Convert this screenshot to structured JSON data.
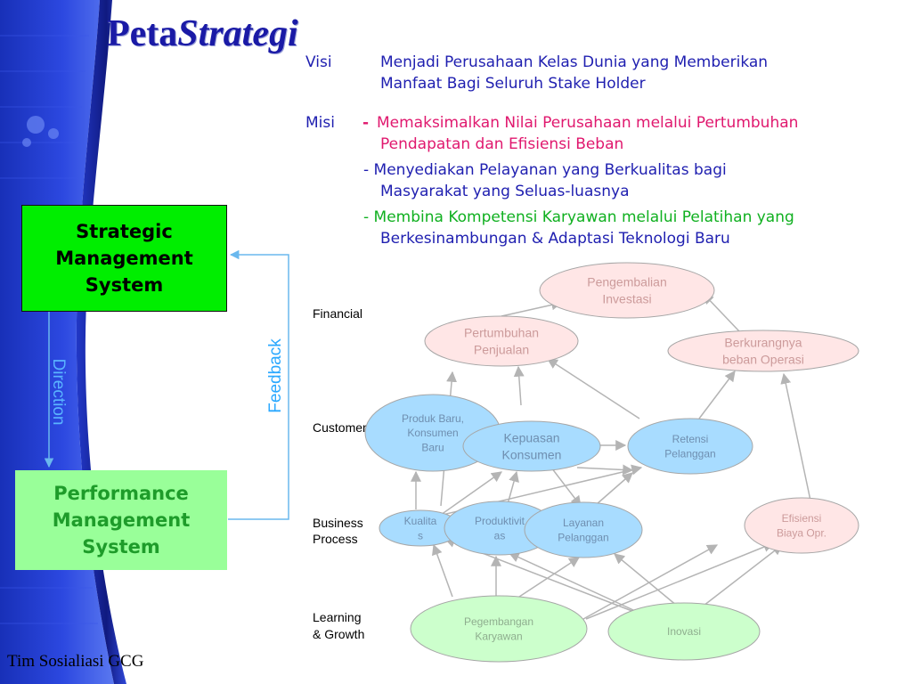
{
  "title": {
    "part1": "Peta",
    "part2": "Strategi"
  },
  "visi": {
    "label": "Visi",
    "line1": "Menjadi Perusahaan Kelas Dunia yang Memberikan",
    "line2": "Manfaat Bagi Seluruh Stake Holder"
  },
  "misi": {
    "label": "Misi",
    "item1_dash": "-",
    "item1_line1": "Memaksimalkan Nilai Perusahaan melalui Pertumbuhan",
    "item1_line2": "Pendapatan dan Efisiensi Beban",
    "item2_line1": "- Menyediakan Pelayanan yang Berkualitas bagi",
    "item2_line2": "Masyarakat yang Seluas-luasnya",
    "item3_line1": "- Membina Kompetensi Karyawan melalui Pelatihan yang",
    "item3_line2": "Berkesinambungan & Adaptasi Teknologi Baru"
  },
  "boxes": {
    "strategic": {
      "line1": "Strategic",
      "line2": "Management",
      "line3": "System"
    },
    "performance": {
      "line1": "Performance",
      "line2": "Management",
      "line3": "System"
    },
    "direction_label": "Direction",
    "feedback_label": "Feedback"
  },
  "rows": {
    "financial": "Financial",
    "customer": "Customer",
    "business_line1": "Business",
    "business_line2": "Process",
    "learning_line1": "Learning",
    "learning_line2": "& Growth"
  },
  "nodes": [
    {
      "id": "pengembalian",
      "lines": [
        "Pengembalian",
        "Investasi"
      ],
      "fill": "#ffe6e6",
      "text_color": "#cc9b9b"
    },
    {
      "id": "pertumbuhan",
      "lines": [
        "Pertumbuhan",
        "Penjualan"
      ],
      "fill": "#ffe6e6",
      "text_color": "#cc9b9b"
    },
    {
      "id": "berkurangnya",
      "lines": [
        "Berkurangnya",
        "beban Operasi"
      ],
      "fill": "#ffe6e6",
      "text_color": "#cc9b9b"
    },
    {
      "id": "produk",
      "lines": [
        "Produk Baru,",
        "Konsumen",
        "Baru"
      ],
      "fill": "#a8dcff",
      "text_color": "#6f8fb0"
    },
    {
      "id": "kepuasan",
      "lines": [
        "Kepuasan",
        "Konsumen"
      ],
      "fill": "#a8dcff",
      "text_color": "#6f8fb0"
    },
    {
      "id": "retensi",
      "lines": [
        "Retensi",
        "Pelanggan"
      ],
      "fill": "#a8dcff",
      "text_color": "#6f8fb0"
    },
    {
      "id": "kualitas",
      "lines": [
        "Kualita",
        "s"
      ],
      "fill": "#a8dcff",
      "text_color": "#6f8fb0"
    },
    {
      "id": "produktivitas",
      "lines": [
        "Produktivit",
        "as"
      ],
      "fill": "#a8dcff",
      "text_color": "#6f8fb0"
    },
    {
      "id": "layanan",
      "lines": [
        "Layanan",
        "Pelanggan"
      ],
      "fill": "#a8dcff",
      "text_color": "#6f8fb0"
    },
    {
      "id": "efisiensi",
      "lines": [
        "Efisiensi",
        "Biaya Opr."
      ],
      "fill": "#ffe6e6",
      "text_color": "#cc9b9b"
    },
    {
      "id": "pegembangan",
      "lines": [
        "Pegembangan",
        "Karyawan"
      ],
      "fill": "#ccffcc",
      "text_color": "#8fae8f"
    },
    {
      "id": "inovasi",
      "lines": [
        "Inovasi"
      ],
      "fill": "#ccffcc",
      "text_color": "#8fae8f"
    }
  ],
  "colors": {
    "title": "#1a1aa6",
    "sidebar_blue": "#2840d8",
    "arrow": "#b4b4b4",
    "feedback_line": "#6ab8ee"
  },
  "footer": "Tim Sosialiasi GCG"
}
